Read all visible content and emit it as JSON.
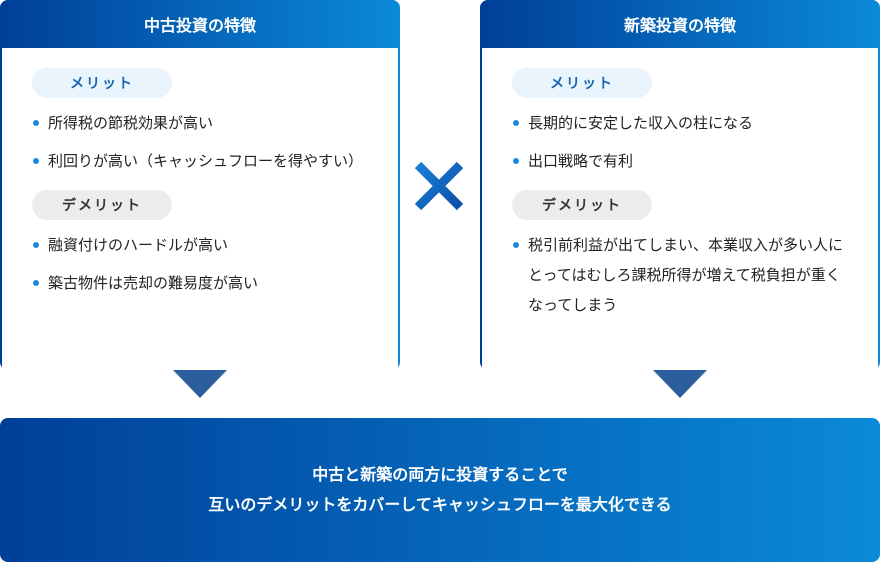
{
  "left": {
    "title": "中古投資の特徴",
    "merit_label": "メリット",
    "merits": [
      "所得税の節税効果が高い",
      "利回りが高い（キャッシュフローを得やすい）"
    ],
    "demerit_label": "デメリット",
    "demerits": [
      "融資付けのハードルが高い",
      "築古物件は売却の難易度が高い"
    ]
  },
  "right": {
    "title": "新築投資の特徴",
    "merit_label": "メリット",
    "merits": [
      "長期的に安定した収入の柱になる",
      "出口戦略で有利"
    ],
    "demerit_label": "デメリット",
    "demerits": [
      "税引前利益が出てしまい、本業収入が多い人にとってはむしろ課税所得が増えて税負担が重くなってしまう"
    ]
  },
  "conclusion": {
    "line1": "中古と新築の両方に投資することで",
    "line2": "互いのデメリットをカバーしてキャッシュフローを最大化できる"
  }
}
